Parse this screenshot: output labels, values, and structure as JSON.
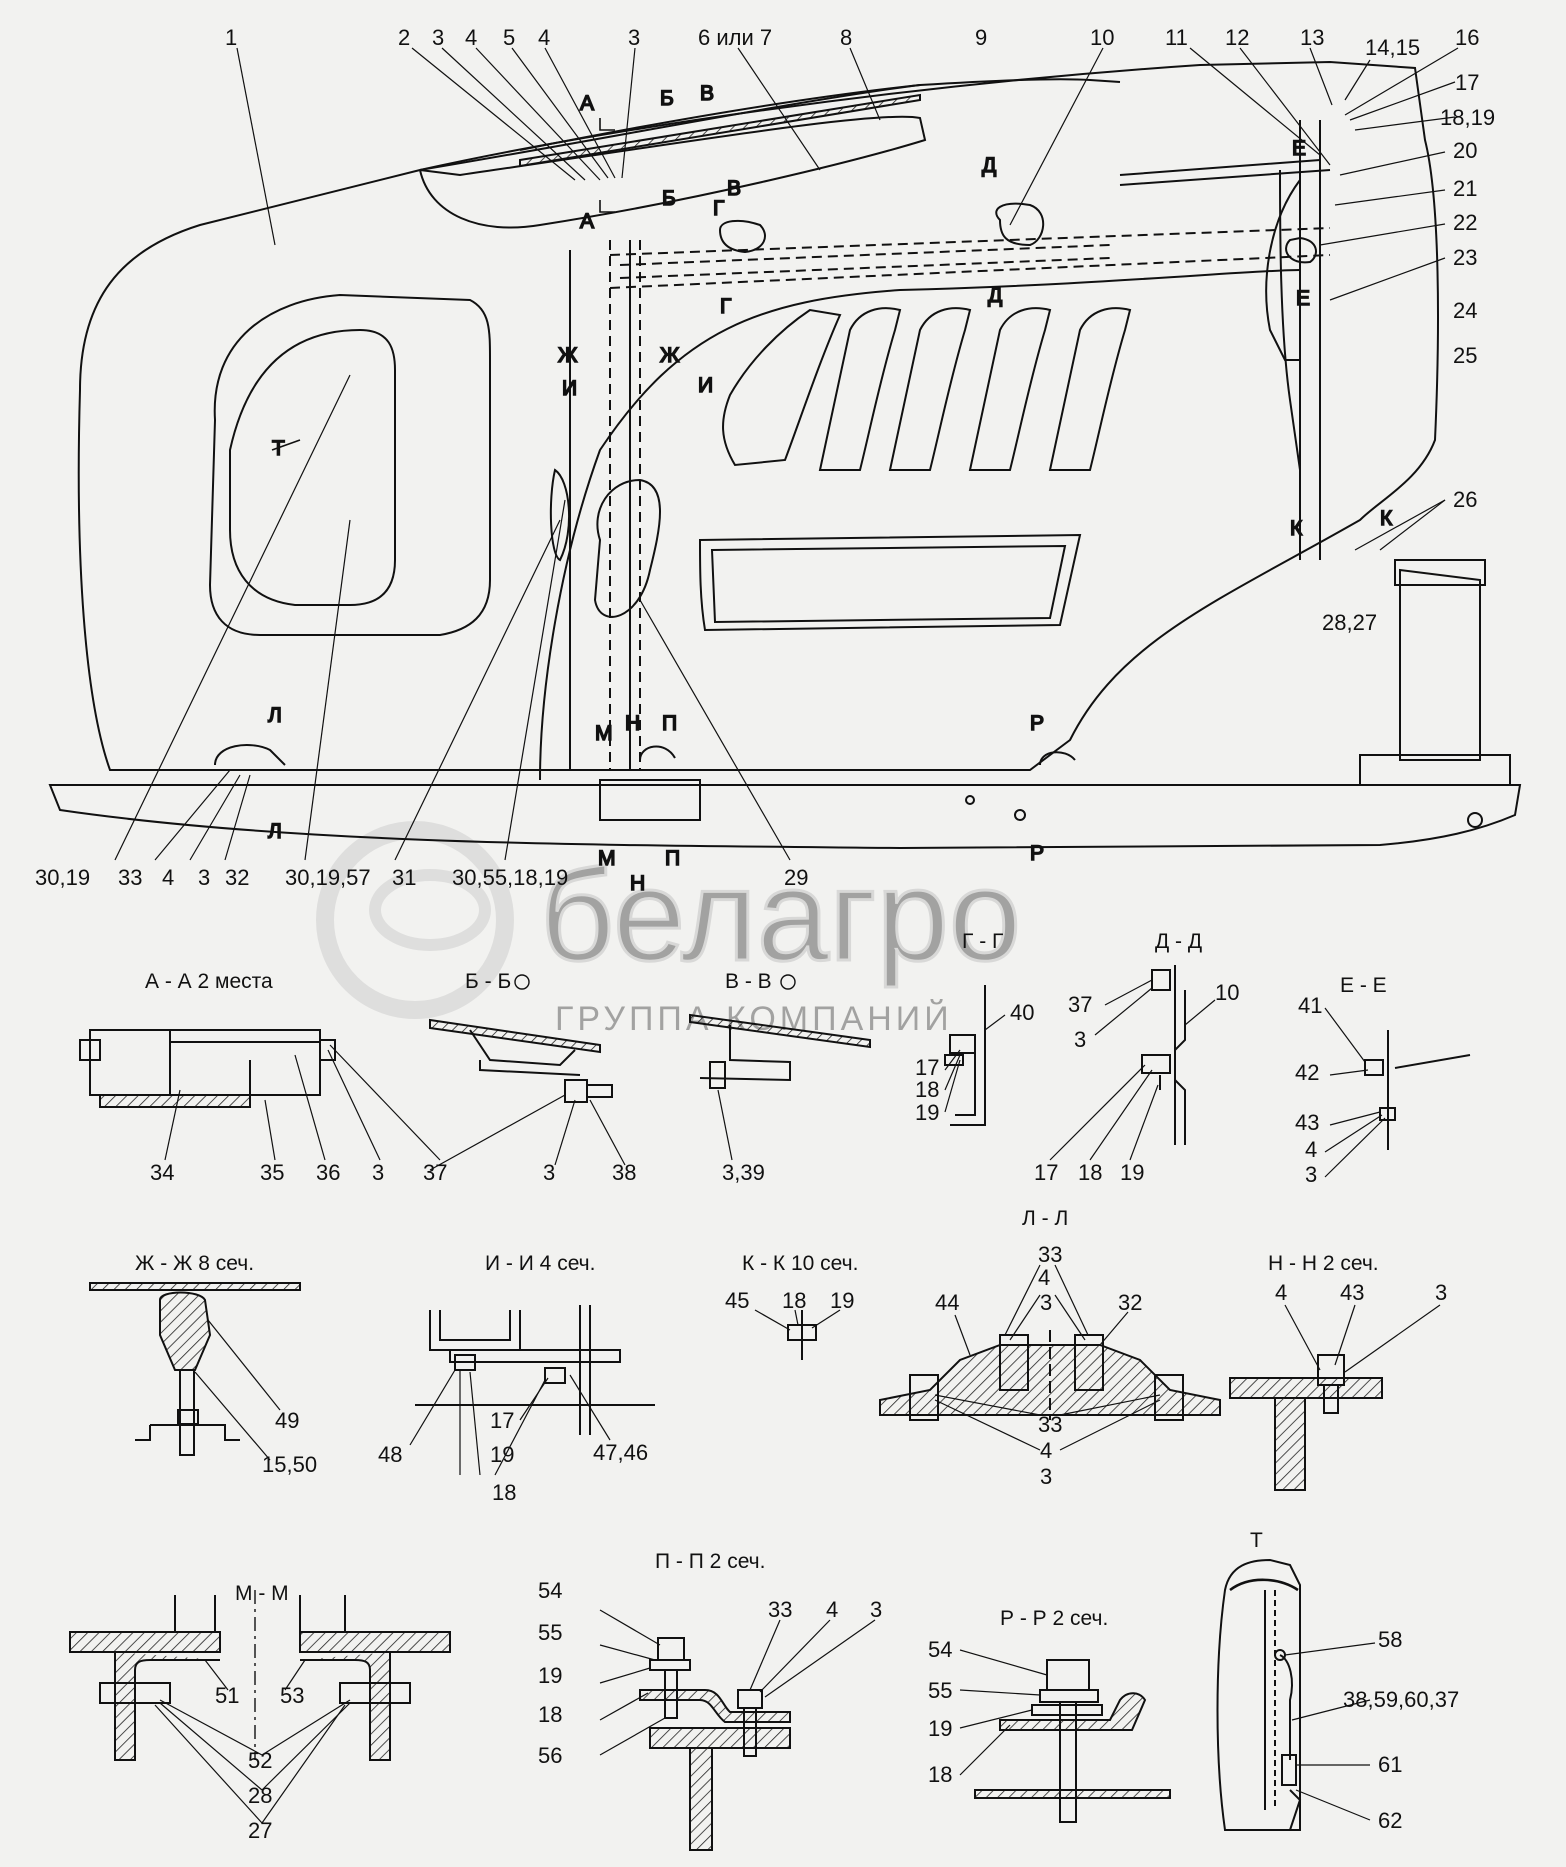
{
  "watermark": {
    "brand": "белагро",
    "subtitle": "ГРУППА КОМПАНИЙ"
  },
  "callouts_top": [
    "1",
    "2",
    "3",
    "4",
    "5",
    "4",
    "3",
    "6 или 7",
    "8",
    "9",
    "10",
    "11",
    "12",
    "13",
    "14,15",
    "16",
    "17",
    "18,19",
    "20",
    "21",
    "22",
    "23",
    "24",
    "25",
    "26",
    "28,27"
  ],
  "callouts_bottom": [
    "30,19",
    "33",
    "4",
    "3",
    "32",
    "30,19,57",
    "31",
    "30,55,18,19",
    "29"
  ],
  "cut_letters": [
    "А",
    "Б",
    "В",
    "Г",
    "Д",
    "Е",
    "Ж",
    "И",
    "К",
    "Л",
    "М",
    "Н",
    "П",
    "Р",
    "Т"
  ],
  "sections": {
    "aa": {
      "title": "А - А 2 места",
      "labels": [
        "34",
        "35",
        "36",
        "3",
        "37"
      ]
    },
    "bb": {
      "title": "Б - Б",
      "labels": [
        "3",
        "38"
      ]
    },
    "vv": {
      "title": "В - В",
      "labels": [
        "3,39"
      ]
    },
    "gg": {
      "title": "Г - Г",
      "labels": [
        "40",
        "17",
        "18",
        "19"
      ]
    },
    "dd": {
      "title": "Д - Д",
      "labels": [
        "37",
        "3",
        "10",
        "17",
        "18",
        "19"
      ]
    },
    "ee": {
      "title": "Е - Е",
      "labels": [
        "41",
        "42",
        "43",
        "4",
        "3"
      ]
    },
    "zhzh": {
      "title": "Ж - Ж 8 сеч.",
      "labels": [
        "49",
        "15,50"
      ]
    },
    "ii": {
      "title": "И - И 4 сеч.",
      "labels": [
        "17",
        "19",
        "18",
        "48",
        "47,46"
      ]
    },
    "kk": {
      "title": "К - К 10 сеч.",
      "labels": [
        "45",
        "18",
        "19"
      ]
    },
    "ll": {
      "title": "Л - Л",
      "labels": [
        "33",
        "4",
        "3",
        "44",
        "32",
        "33",
        "4",
        "3"
      ]
    },
    "nn": {
      "title": "Н - Н 2 сеч.",
      "labels": [
        "4",
        "43",
        "3"
      ]
    },
    "mm": {
      "title": "М - М",
      "labels": [
        "51",
        "53",
        "52",
        "28",
        "27"
      ]
    },
    "pp": {
      "title": "П - П 2 сеч.",
      "labels": [
        "54",
        "55",
        "19",
        "18",
        "56",
        "33",
        "4",
        "3"
      ]
    },
    "rr": {
      "title": "Р - Р 2 сеч.",
      "labels": [
        "54",
        "55",
        "19",
        "18"
      ]
    },
    "t": {
      "title": "Т",
      "labels": [
        "58",
        "38,59,60,37",
        "61",
        "62"
      ]
    }
  }
}
